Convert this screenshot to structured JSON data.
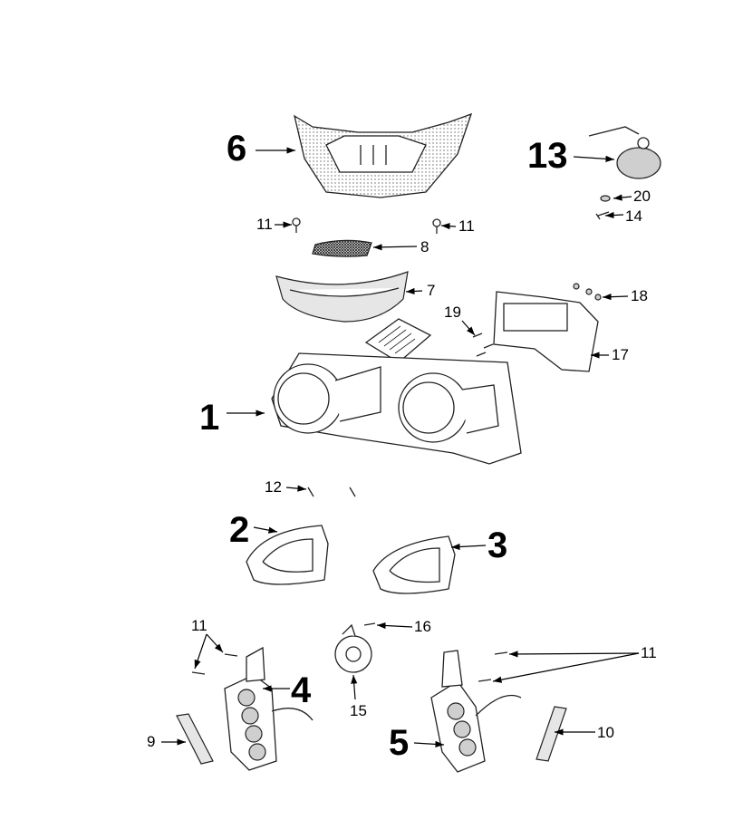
{
  "title": "Headlight and signal lamp parts diagram",
  "callouts": {
    "c1": "1",
    "c2": "2",
    "c3": "3",
    "c4": "4",
    "c5": "5",
    "c6": "6",
    "c7": "7",
    "c8": "8",
    "c9": "9",
    "c10": "10",
    "c11a": "11",
    "c11b": "11",
    "c11c": "11",
    "c11d": "11",
    "c12": "12",
    "c13": "13",
    "c14": "14",
    "c15": "15",
    "c16": "16",
    "c17": "17",
    "c18": "18",
    "c19": "19",
    "c20": "20"
  }
}
